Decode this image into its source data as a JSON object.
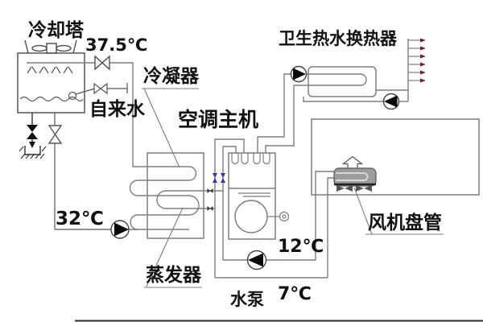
{
  "diagram": {
    "title_context": "air-conditioning chilled/cooling water system schematic",
    "labels": {
      "cooling_tower": "冷却塔",
      "temp_condenser_out": "37.5℃",
      "tap_water": "自来水",
      "condenser": "冷凝器",
      "ac_main_unit": "空调主机",
      "hot_water_heat_exchanger": "卫生热水换热器",
      "temp_cooling_return": "32℃",
      "evaporator": "蒸发器",
      "temp_chilled_return": "12℃",
      "water_pump": "水泵",
      "temp_chilled_supply": "7℃",
      "fan_coil_unit": "风机盘管"
    },
    "colors": {
      "pipe_gray": "#7d7d7d",
      "line_dark": "#3a3a3a",
      "valve_blue": "#3535b5",
      "faucet_arrow_red": "#7a1a1a",
      "fan_coil_fill": "#9c9c9c",
      "pump_fill": "#0a0a0a"
    }
  }
}
